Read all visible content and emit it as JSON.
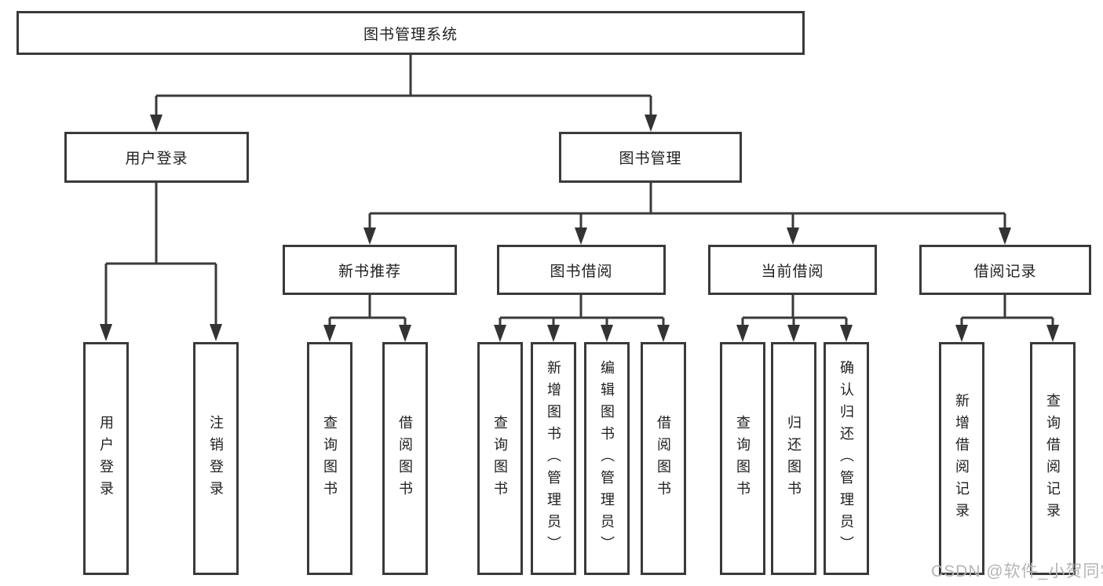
{
  "diagram_title": "图书管理系统",
  "nodes": {
    "root": "图书管理系统",
    "user_login": "用户登录",
    "book_mgmt": "图书管理",
    "new_book_rec": "新书推荐",
    "book_borrow": "图书借阅",
    "current_borrow": "当前借阅",
    "borrow_record": "借阅记录",
    "leaf_user_login": "用户登录",
    "leaf_logout": "注销登录",
    "leaf_query_book_1": "查询图书",
    "leaf_borrow_book_1": "借阅图书",
    "leaf_query_book_2": "查询图书",
    "leaf_add_book": "新增图书（管理员）",
    "leaf_edit_book": "编辑图书（管理员）",
    "leaf_borrow_book_2": "借阅图书",
    "leaf_query_book_3": "查询图书",
    "leaf_return_book": "归还图书",
    "leaf_confirm_return": "确认归还（管理员）",
    "leaf_add_record": "新增借阅记录",
    "leaf_query_record": "查询借阅记录"
  },
  "hierarchy": {
    "图书管理系统": {
      "用户登录": [
        "用户登录",
        "注销登录"
      ],
      "图书管理": {
        "新书推荐": [
          "查询图书",
          "借阅图书"
        ],
        "图书借阅": [
          "查询图书",
          "新增图书（管理员）",
          "编辑图书（管理员）",
          "借阅图书"
        ],
        "当前借阅": [
          "查询图书",
          "归还图书",
          "确认归还（管理员）"
        ],
        "借阅记录": [
          "新增借阅记录",
          "查询借阅记录"
        ]
      }
    }
  },
  "watermark": "CSDN @软件_小贺同学",
  "colors": {
    "line": "#3a3a3a",
    "text": "#1f1f1f",
    "watermark": "#b5b5b5",
    "background": "#ffffff"
  }
}
